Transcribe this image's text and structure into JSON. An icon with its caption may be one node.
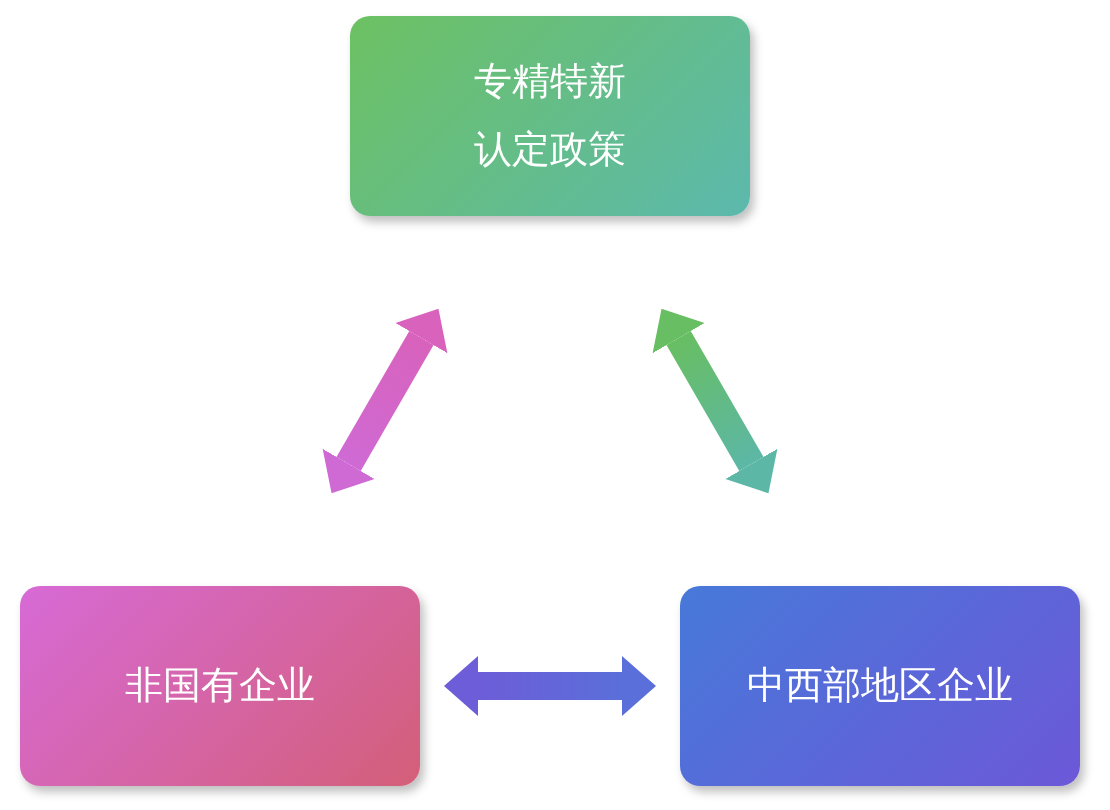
{
  "diagram": {
    "nodes": [
      {
        "text": [
          "专精特新认定政策"
        ]
      },
      {
        "text": [
          "非国有企业"
        ]
      },
      {
        "text": [
          "中西部地区企业"
        ]
      }
    ],
    "edges": [
      {
        "from": 0,
        "to": 1,
        "arrow": "both"
      },
      {
        "from": 0,
        "to": 2,
        "arrow": "both"
      },
      {
        "from": 1,
        "to": 2,
        "arrow": "both"
      }
    ]
  }
}
